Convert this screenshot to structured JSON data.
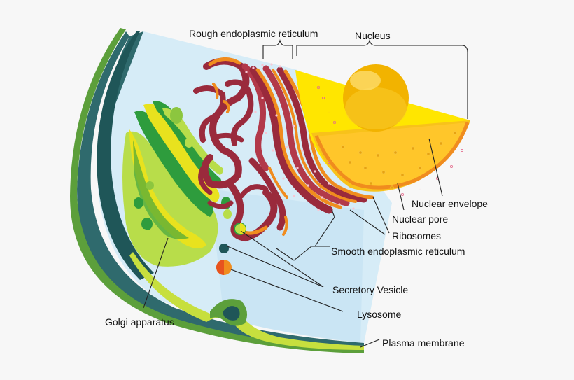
{
  "labels": {
    "rough_er": "Rough endoplasmic reticulum",
    "nucleus": "Nucleus",
    "nuclear_envelope": "Nuclear envelope",
    "nuclear_pore": "Nuclear pore",
    "ribosomes": "Ribosomes",
    "smooth_er": "Smooth endoplasmic reticulum",
    "secretory_vesicle": "Secretory Vesicle",
    "lysosome": "Lysosome",
    "golgi_apparatus": "Golgi apparatus",
    "plasma_membrane": "Plasma membrane"
  },
  "colors": {
    "background": "#f7f7f7",
    "cytoplasm": "#d6ecf7",
    "outer_band": "#2f6a6d",
    "membrane": "#5c9f3b",
    "membrane_light": "#c7df3e",
    "nucleus_yellow": "#ffd400",
    "nucleolus": "#f2b300",
    "rough_er": "#9a2a3c",
    "er_orange": "#f08c1e",
    "golgi_light": "#b8dd4a",
    "golgi_green": "#2e9c3d",
    "lysosome": "#e7531f"
  }
}
